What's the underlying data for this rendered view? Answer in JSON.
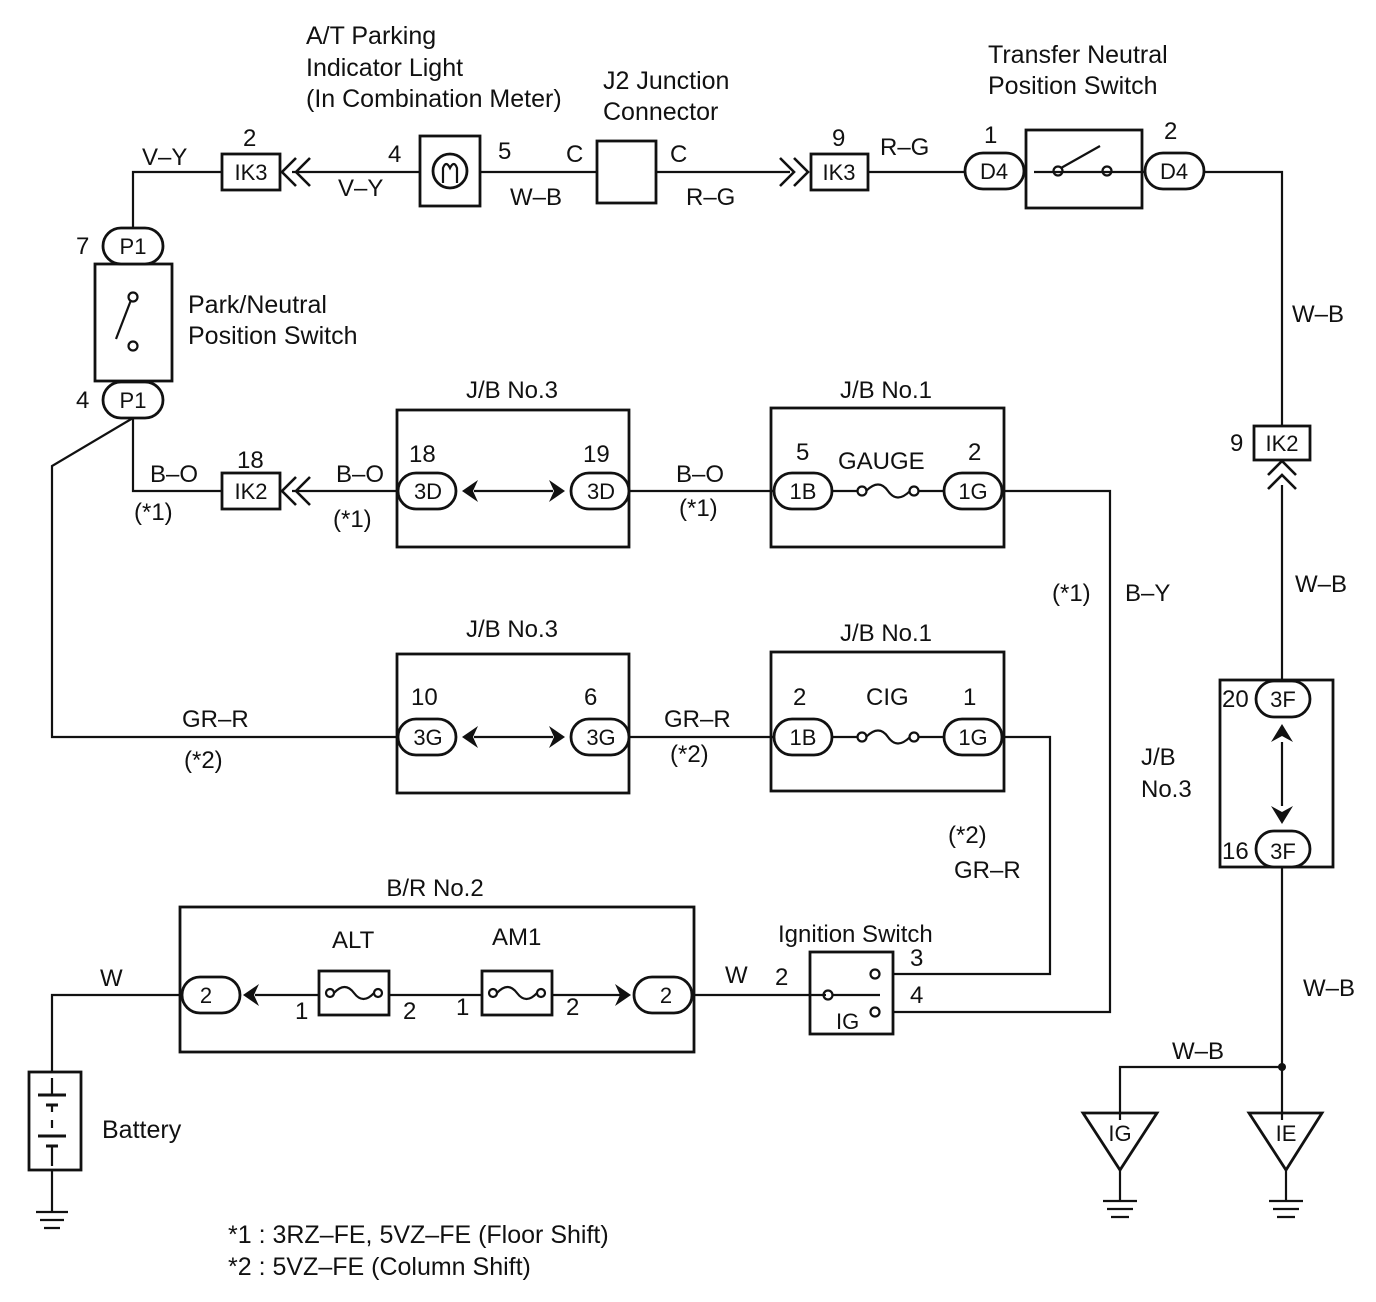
{
  "components": {
    "at_parking_light": {
      "line1": "A/T Parking",
      "line2": "Indicator Light",
      "line3": "(In Combination Meter)"
    },
    "j2_junction": {
      "line1": "J2 Junction",
      "line2": "Connector"
    },
    "transfer_switch": {
      "line1": "Transfer Neutral",
      "line2": "Position Switch"
    },
    "park_neutral_switch": {
      "line1": "Park/Neutral",
      "line2": "Position Switch"
    },
    "jb3": "J/B No.3",
    "jb1": "J/B No.1",
    "jb3_right": {
      "line1": "J/B",
      "line2": "No.3"
    },
    "br2": "B/R No.2",
    "ignition_switch": "Ignition Switch",
    "battery": "Battery"
  },
  "connectors": {
    "ik3": "IK3",
    "ik2": "IK2",
    "p1": "P1",
    "d4": "D4",
    "c3d": "3D",
    "c3g": "3G",
    "c1b": "1B",
    "c1g": "1G",
    "c3f": "3F",
    "br_conn": "2",
    "ig_sw": "IG",
    "ground_ig": "IG",
    "ground_ie": "IE"
  },
  "fuses": {
    "gauge": "GAUGE",
    "cig": "CIG",
    "alt": "ALT",
    "am1": "AM1"
  },
  "wires": {
    "vy": "V–Y",
    "wb": "W–B",
    "rg": "R–G",
    "bo": "B–O",
    "gr_r": "GR–R",
    "by": "B–Y",
    "w": "W",
    "c": "C"
  },
  "notes_marks": {
    "n1": "(*1)",
    "n2": "(*2)"
  },
  "pins": {
    "ik3_left": "2",
    "meter_in": "4",
    "meter_out": "5",
    "ik3_right": "9",
    "d4_left": "1",
    "d4_right": "2",
    "p1_top": "7",
    "p1_bottom": "4",
    "ik2_left": "18",
    "jb3d_left": "18",
    "jb3d_right": "19",
    "jb1_gauge_left": "5",
    "jb1_gauge_right": "2",
    "ik2_right": "9",
    "jb3g_left": "10",
    "jb3g_right": "6",
    "jb1_cig_left": "2",
    "jb1_cig_right": "1",
    "jb3f_top": "20",
    "jb3f_bottom": "16",
    "fuse_in": "1",
    "fuse_out": "2",
    "ign_in": "2",
    "ign_3": "3",
    "ign_4": "4"
  },
  "footnotes": {
    "f1": "*1 : 3RZ–FE, 5VZ–FE (Floor Shift)",
    "f2": "*2 : 5VZ–FE (Column Shift)"
  }
}
